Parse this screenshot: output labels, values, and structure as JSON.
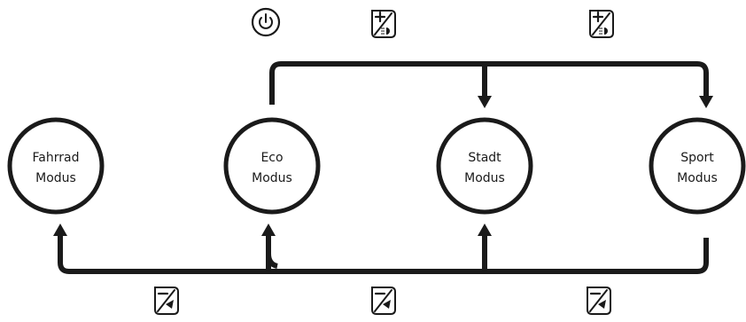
{
  "modes": [
    {
      "id": "fahrrad",
      "line1": "Fahrrad",
      "line2": "Modus"
    },
    {
      "id": "eco",
      "line1": "Eco",
      "line2": "Modus"
    },
    {
      "id": "stadt",
      "line1": "Stadt",
      "line2": "Modus"
    },
    {
      "id": "sport",
      "line1": "Sport",
      "line2": "Modus"
    }
  ],
  "icons": {
    "top": [
      "power-icon",
      "plus-light-icon",
      "plus-light-icon"
    ],
    "bottom": [
      "minus-icon",
      "minus-icon",
      "minus-icon"
    ]
  },
  "colors": {
    "stroke": "#1a1a1a",
    "background": "#ffffff"
  }
}
